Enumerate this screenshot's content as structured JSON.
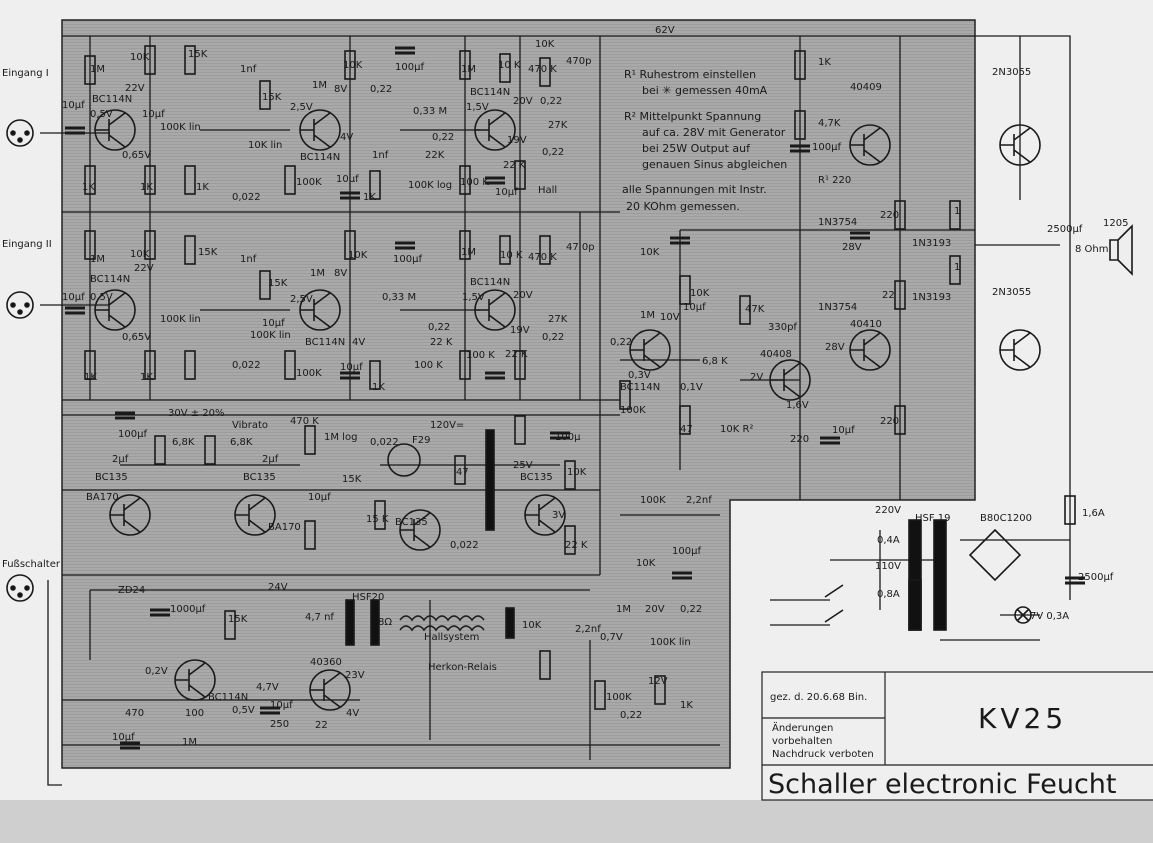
{
  "inputs": {
    "in1": "Eingang I",
    "in2": "Eingang II",
    "foot": "Fußschalter"
  },
  "rail": "62V",
  "transistors": [
    "BC114N",
    "BC114N",
    "BC114N",
    "BC114N",
    "BC114N",
    "BC114N",
    "BC135",
    "BC135",
    "BC135",
    "BC135",
    "BC114N",
    "40360",
    "BC114N",
    "40409",
    "2N3055",
    "2N3055",
    "40410",
    "40408"
  ],
  "values": [
    "1M",
    "10K",
    "15K",
    "1nf",
    "22V",
    "0,5V",
    "10µf",
    "10µf",
    "100K lin",
    "0,65V",
    "1K",
    "1K",
    "1K",
    "0,022",
    "15K",
    "10K lin",
    "1M",
    "8V",
    "2,5V",
    "4V",
    "10K",
    "100µf",
    "0,22",
    "0,33 M",
    "1nf",
    "0,22",
    "22K",
    "100K",
    "10µf",
    "100K log",
    "1K",
    "1M",
    "10 K",
    "470 K",
    "470p",
    "10K",
    "1,5V",
    "20V",
    "0,22",
    "19V",
    "27K",
    "0,22",
    "22 K",
    "100 K",
    "10µf",
    "Hall",
    "1M",
    "10K",
    "15K",
    "1nf",
    "22V",
    "0,5V",
    "10µf",
    "100K lin",
    "0,65V",
    "1K",
    "1K",
    "0,022",
    "15K",
    "100K lin",
    "10µf",
    "1M",
    "8V",
    "2,5V",
    "4V",
    "10K",
    "100µf",
    "0,33 M",
    "0,22",
    "22 K",
    "100K",
    "10µf",
    "100 K",
    "1K",
    "1M",
    "10 K",
    "470 K",
    "47 0p",
    "1,5V",
    "20V",
    "19V",
    "27K",
    "0,22",
    "22 K",
    "100 K",
    "30V ± 20%",
    "100µf",
    "6,8K",
    "6,8K",
    "2µf",
    "2µf",
    "Vibrato",
    "470 K",
    "1M log",
    "10µf",
    "15K",
    "15 K",
    "BA170",
    "BA170",
    "0,022",
    "F29",
    "120V=",
    "47",
    "0,022",
    "100µ",
    "25V",
    "10K",
    "3V",
    "22 K",
    "24V",
    "ZD24",
    "1000µf",
    "15K",
    "0,2V",
    "4,7V",
    "0,5V",
    "470",
    "100",
    "1M",
    "10µf",
    "10µf",
    "250",
    "22",
    "23V",
    "4V",
    "4,7 nf",
    "HSF20",
    "8Ω",
    "Hallsystem",
    "10K",
    "Herkon-Relais",
    "2,2nf",
    "100K",
    "0,22",
    "1M",
    "20V",
    "0,22",
    "0,7V",
    "100K lin",
    "12V",
    "1K",
    "10K",
    "100µf",
    "100K",
    "2,2nf",
    "10K",
    "1M",
    "10V",
    "10µf",
    "0,22",
    "0,3V",
    "10K",
    "100K",
    "6,8 K",
    "0,1V",
    "47",
    "47K",
    "330pf",
    "2V",
    "10K R²",
    "1,6V",
    "220",
    "10µf",
    "28V",
    "100µf",
    "1K",
    "4,7K",
    "R¹ 220",
    "1N3754",
    "1N3754",
    "220",
    "1N3193",
    "1N3193",
    "28V",
    "22",
    "220",
    "1",
    "1",
    "2500µf",
    "1205",
    "8 Ohm"
  ],
  "notes": [
    "R¹ Ruhestrom einstellen",
    "bei ✳ gemessen 40mA",
    "R² Mittelpunkt Spannung",
    "auf ca. 28V mit Generator",
    "bei 25W Output auf",
    "genauen Sinus abgleichen",
    "alle Spannungen mit Instr.",
    "20 KOhm gemessen."
  ],
  "power": {
    "v220": "220V",
    "a04": "0,4A",
    "v110": "110V",
    "a08": "0,8A",
    "transformer": "HSF 19",
    "rectifier": "B80C1200",
    "fuse": "1,6A",
    "cap": "2500µf",
    "lamp": "7V 0,3A"
  },
  "title_block": {
    "drawn": "gez. d. 20.6.68 Bin.",
    "changes": "Änderungen",
    "reserved": "vorbehalten",
    "reprint": "Nachdruck verboten",
    "model": "KV25",
    "company": "Schaller electronic Feucht"
  }
}
